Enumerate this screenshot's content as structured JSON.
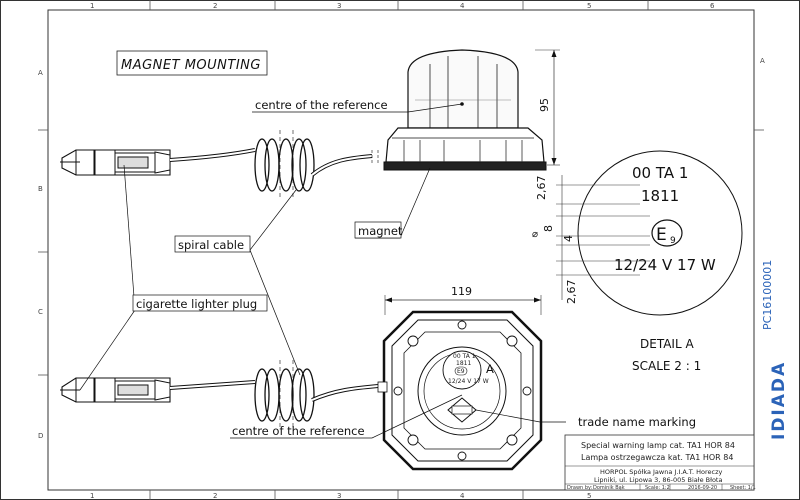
{
  "grid": {
    "columns": [
      "1",
      "2",
      "3",
      "4",
      "5",
      "6"
    ],
    "rows": [
      "A",
      "B",
      "C",
      "D"
    ]
  },
  "title": "MAGNET MOUNTING",
  "labels": {
    "centre_top": "centre of the reference",
    "magnet": "magnet",
    "spiral_cable": "spiral cable",
    "plug": "cigarette lighter plug",
    "centre_bottom": "centre of the reference",
    "trade_name": "trade name marking",
    "ref_a": "A"
  },
  "dimensions": {
    "height": "95",
    "width": "119",
    "d1": "2,67",
    "d2": "8",
    "d3": "4",
    "d4": "2,67"
  },
  "detail": {
    "line1": "00 TA 1",
    "line2": "1811",
    "emark": "E",
    "emark_num": "9",
    "line4": "12/24 V  17 W",
    "caption": "DETAIL A",
    "scale": "SCALE 2 : 1"
  },
  "top_marking": {
    "l1": "00 TA 1",
    "l2": "1811",
    "l3": "E9",
    "l4": "12/24 V  17 W"
  },
  "title_block": {
    "line1": "Special warning lamp cat. TA1 HOR 84",
    "line2": "Lampa ostrzegawcza kat. TA1 HOR 84",
    "line3": "HORPOL Spółka Jawna    J.I.A.T. Horeczy",
    "line4": "Lipniki, ul. Lipowa 3, 86-005 Białe Błota",
    "drawn": "Drawn by:",
    "name": "Dominik Bąk",
    "scale": "Scale: 1:2",
    "date": "2016-09-20",
    "sheet": "Sheet: 1/1"
  },
  "brand": "IDIADA",
  "doc_id": "PC16100001"
}
